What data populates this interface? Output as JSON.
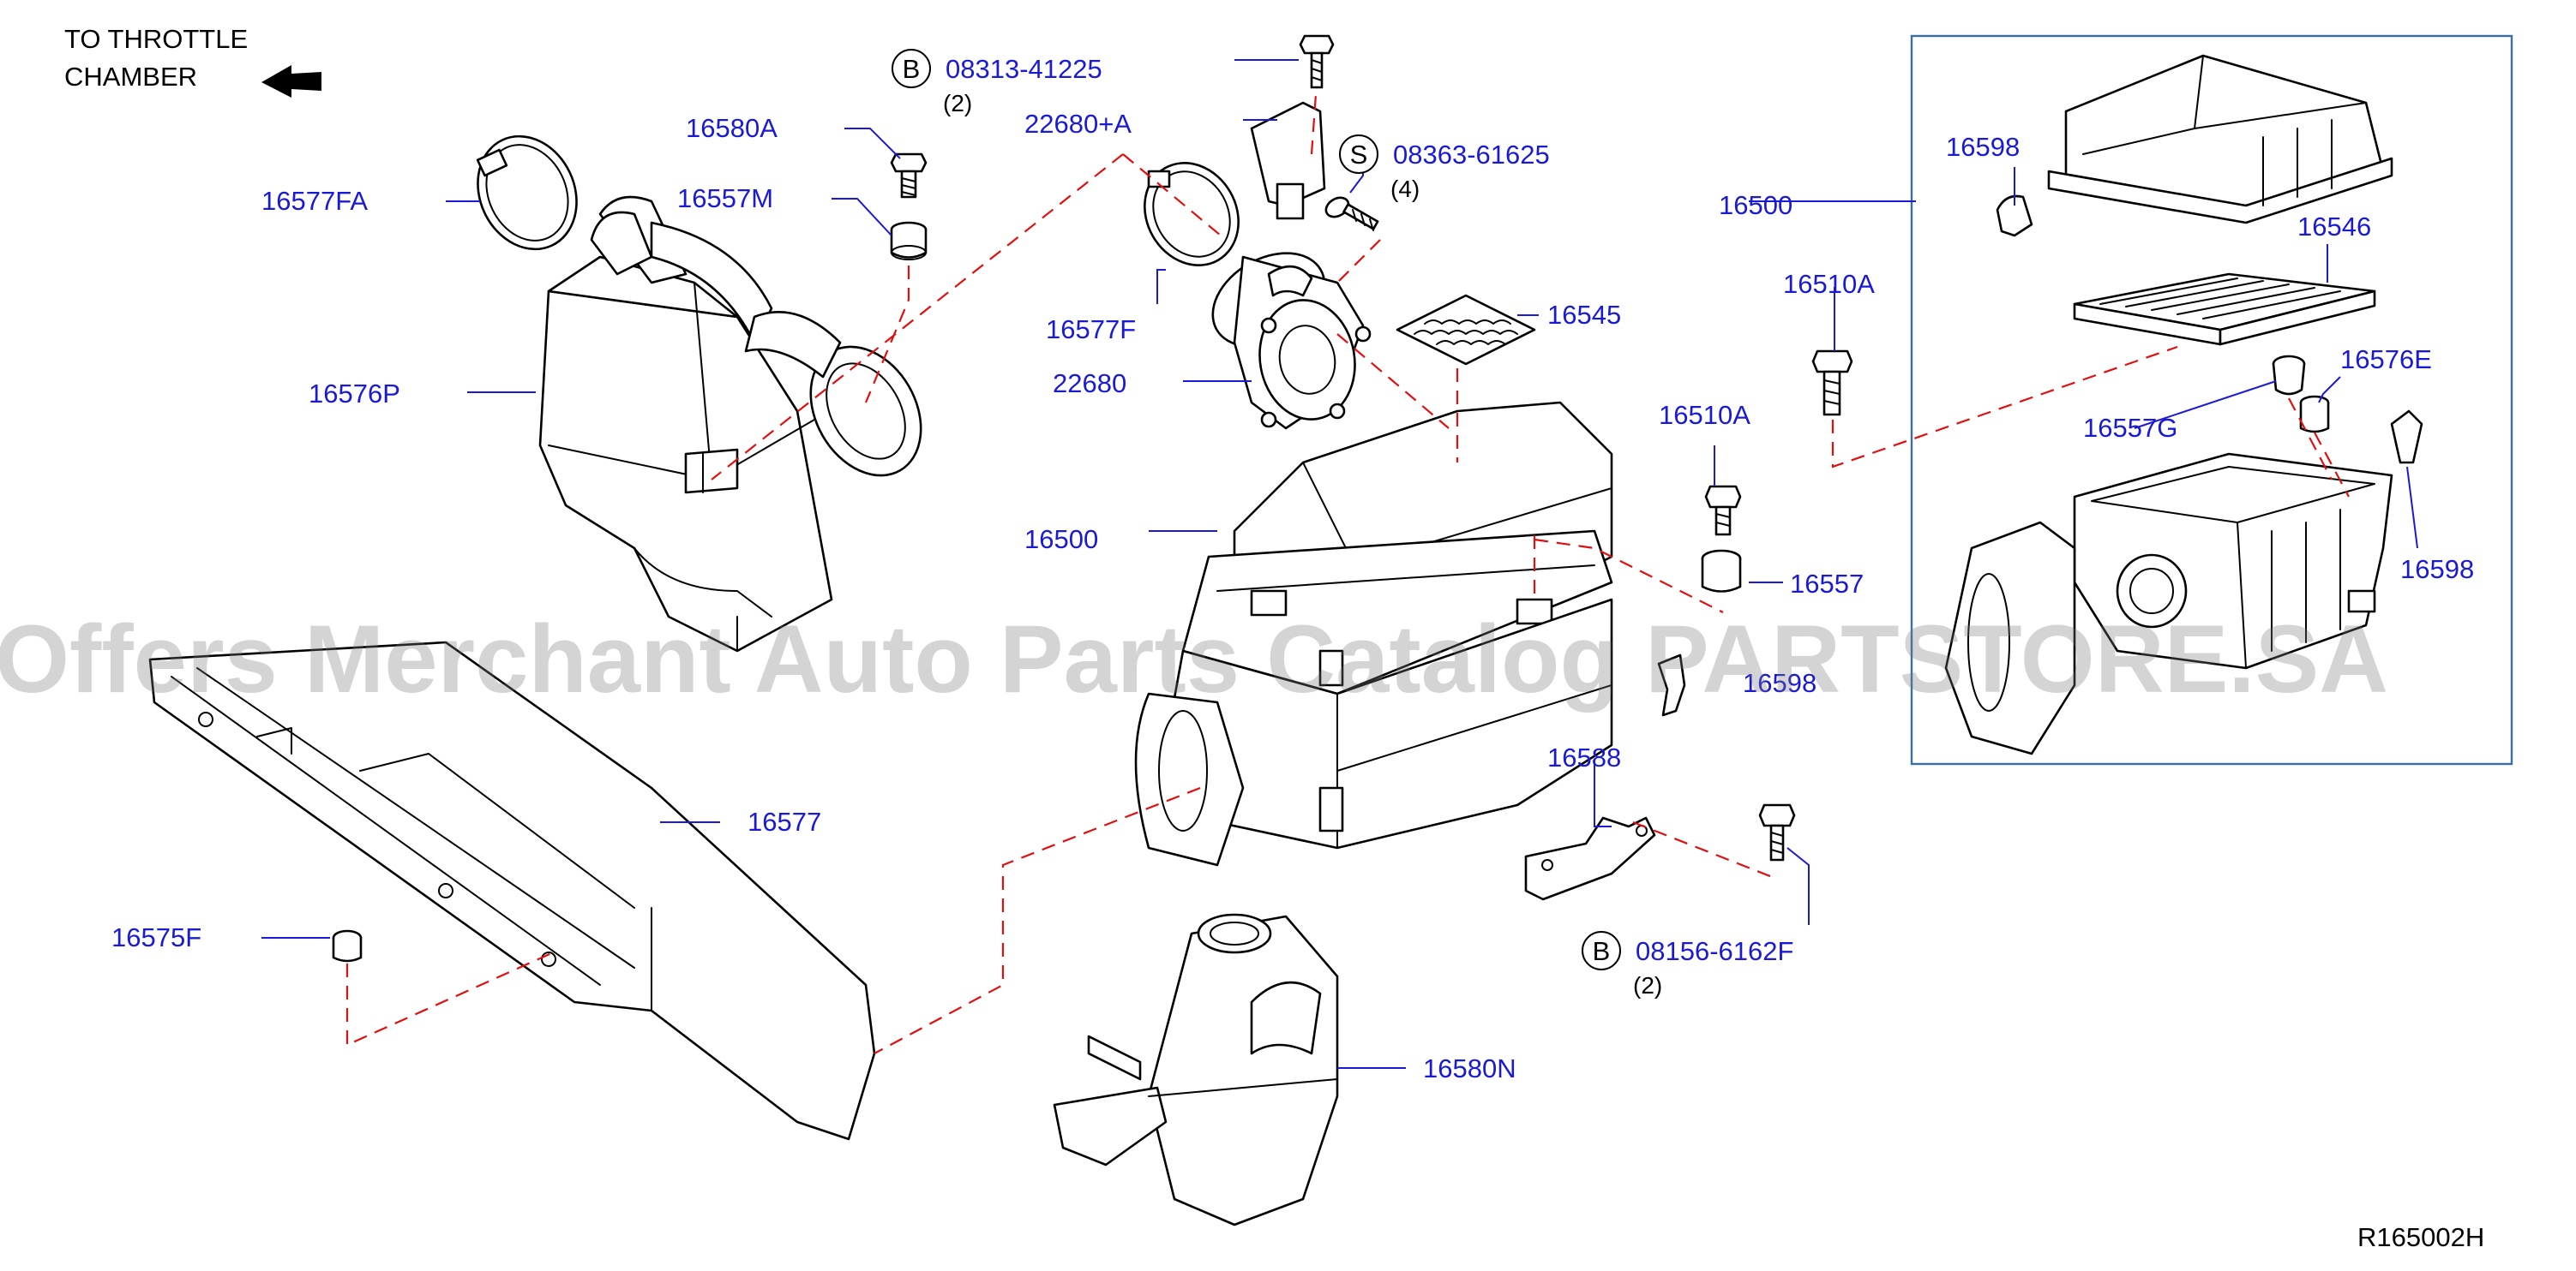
{
  "header": {
    "direction_line1": "TO  THROTTLE",
    "direction_line2": "CHAMBER"
  },
  "callouts": {
    "b_bolt_top": {
      "letter": "B",
      "part": "08313-41225",
      "qty": "(2)"
    },
    "s_screw": {
      "letter": "S",
      "part": "08363-61625",
      "qty": "(4)"
    },
    "b_bolt_bottom": {
      "letter": "B",
      "part": "08156-6162F",
      "qty": "(2)"
    }
  },
  "parts": {
    "p16580A": "16580A",
    "p16557M": "16557M",
    "p16577FA": "16577FA",
    "p16576P": "16576P",
    "p22680A": "22680+A",
    "p16577F": "16577F",
    "p22680": "22680",
    "p16545": "16545",
    "p16500_center": "16500",
    "p16500_box": "16500",
    "p16510A_right": "16510A",
    "p16510A_center": "16510A",
    "p16557": "16557",
    "p16598_hidden": "16598",
    "p16588": "16588",
    "p16577": "16577",
    "p16575F": "16575F",
    "p16580N": "16580N",
    "p16598_top": "16598",
    "p16546": "16546",
    "p16576E": "16576E",
    "p16557G": "16557G",
    "p16598_right": "16598"
  },
  "watermark": "Offers Merchant Auto Parts Catalog PARTSTORE.SA",
  "diagram_code": "R165002H",
  "colors": {
    "label": "#1a1ad6",
    "dashed_guide": "#e01010",
    "box_border": "#3a6ea5"
  },
  "icons": {
    "direction_arrow": "arrow-left-icon"
  }
}
